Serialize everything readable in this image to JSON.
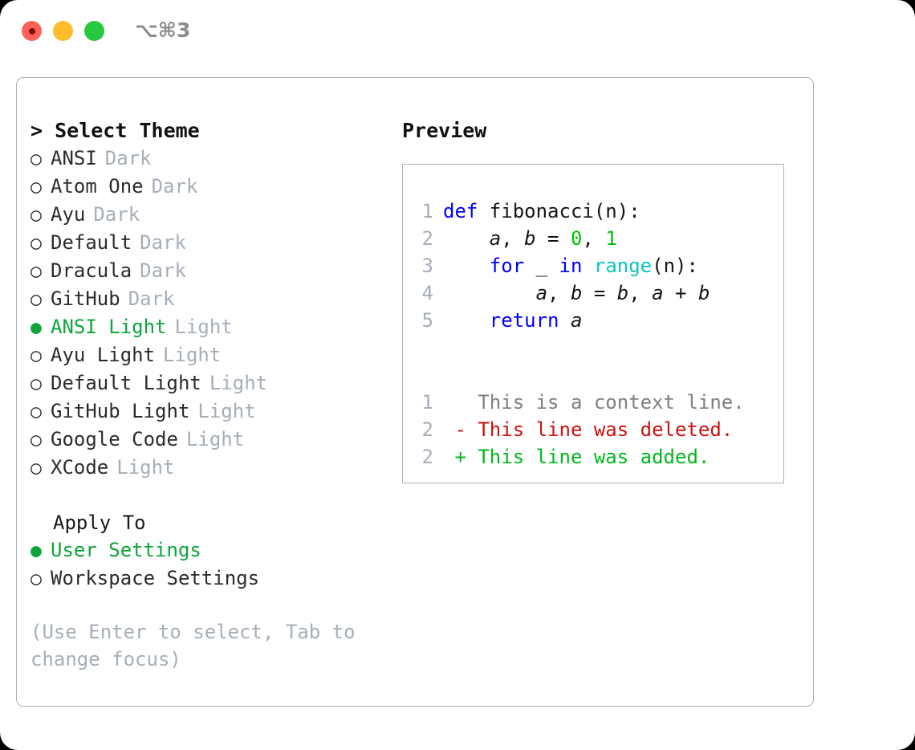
{
  "window": {
    "shortcut": "⌥⌘3",
    "traffic_lights": [
      "close",
      "minimize",
      "zoom"
    ]
  },
  "theme_picker": {
    "heading": "> Select Theme",
    "caret": ">",
    "heading_label": "Select Theme",
    "marker_selected": "●",
    "marker_unselected": "○",
    "selected_color": "#0ca53a",
    "suffix_color": "#a6aeb9",
    "options": [
      {
        "label": "ANSI",
        "suffix": "Dark",
        "selected": false
      },
      {
        "label": "Atom One",
        "suffix": "Dark",
        "selected": false
      },
      {
        "label": "Ayu",
        "suffix": "Dark",
        "selected": false
      },
      {
        "label": "Default",
        "suffix": "Dark",
        "selected": false
      },
      {
        "label": "Dracula",
        "suffix": "Dark",
        "selected": false
      },
      {
        "label": "GitHub",
        "suffix": "Dark",
        "selected": false
      },
      {
        "label": "ANSI Light",
        "suffix": "Light",
        "selected": true
      },
      {
        "label": "Ayu Light",
        "suffix": "Light",
        "selected": false
      },
      {
        "label": "Default Light",
        "suffix": "Light",
        "selected": false
      },
      {
        "label": "GitHub Light",
        "suffix": "Light",
        "selected": false
      },
      {
        "label": "Google Code",
        "suffix": "Light",
        "selected": false
      },
      {
        "label": "XCode",
        "suffix": "Light",
        "selected": false
      }
    ]
  },
  "apply_to": {
    "heading": "Apply To",
    "options": [
      {
        "label": "User Settings",
        "selected": true
      },
      {
        "label": "Workspace Settings",
        "selected": false
      }
    ]
  },
  "hint": "(Use Enter to select, Tab to change focus)",
  "preview": {
    "title": "Preview",
    "code_lines": [
      {
        "number": "1",
        "tokens": [
          {
            "text": "def ",
            "kind": "kw"
          },
          {
            "text": "fibonacci(n):",
            "kind": "plain"
          }
        ]
      },
      {
        "number": "2",
        "tokens": [
          {
            "text": "    ",
            "kind": "plain"
          },
          {
            "text": "a",
            "kind": "var"
          },
          {
            "text": ", ",
            "kind": "punct"
          },
          {
            "text": "b",
            "kind": "var"
          },
          {
            "text": " = ",
            "kind": "punct"
          },
          {
            "text": "0",
            "kind": "num"
          },
          {
            "text": ", ",
            "kind": "punct"
          },
          {
            "text": "1",
            "kind": "num"
          }
        ]
      },
      {
        "number": "3",
        "tokens": [
          {
            "text": "    ",
            "kind": "plain"
          },
          {
            "text": "for",
            "kind": "kw"
          },
          {
            "text": " _ ",
            "kind": "punct"
          },
          {
            "text": "in",
            "kind": "kw"
          },
          {
            "text": " ",
            "kind": "punct"
          },
          {
            "text": "range",
            "kind": "builtin"
          },
          {
            "text": "(n):",
            "kind": "plain"
          }
        ]
      },
      {
        "number": "4",
        "tokens": [
          {
            "text": "        ",
            "kind": "plain"
          },
          {
            "text": "a",
            "kind": "var"
          },
          {
            "text": ", ",
            "kind": "punct"
          },
          {
            "text": "b",
            "kind": "var"
          },
          {
            "text": " = ",
            "kind": "punct"
          },
          {
            "text": "b",
            "kind": "var"
          },
          {
            "text": ", ",
            "kind": "punct"
          },
          {
            "text": "a",
            "kind": "var"
          },
          {
            "text": " + ",
            "kind": "punct"
          },
          {
            "text": "b",
            "kind": "var"
          }
        ]
      },
      {
        "number": "5",
        "tokens": [
          {
            "text": "    ",
            "kind": "plain"
          },
          {
            "text": "return",
            "kind": "kw"
          },
          {
            "text": " ",
            "kind": "punct"
          },
          {
            "text": "a",
            "kind": "var"
          }
        ]
      }
    ],
    "diff_lines": [
      {
        "number": "1",
        "sign": " ",
        "text": " This is a context line.",
        "kind": "ctx"
      },
      {
        "number": "2",
        "sign": "-",
        "text": " This line was deleted.",
        "kind": "del"
      },
      {
        "number": "2",
        "sign": "+",
        "text": " This line was added.",
        "kind": "add"
      }
    ]
  }
}
